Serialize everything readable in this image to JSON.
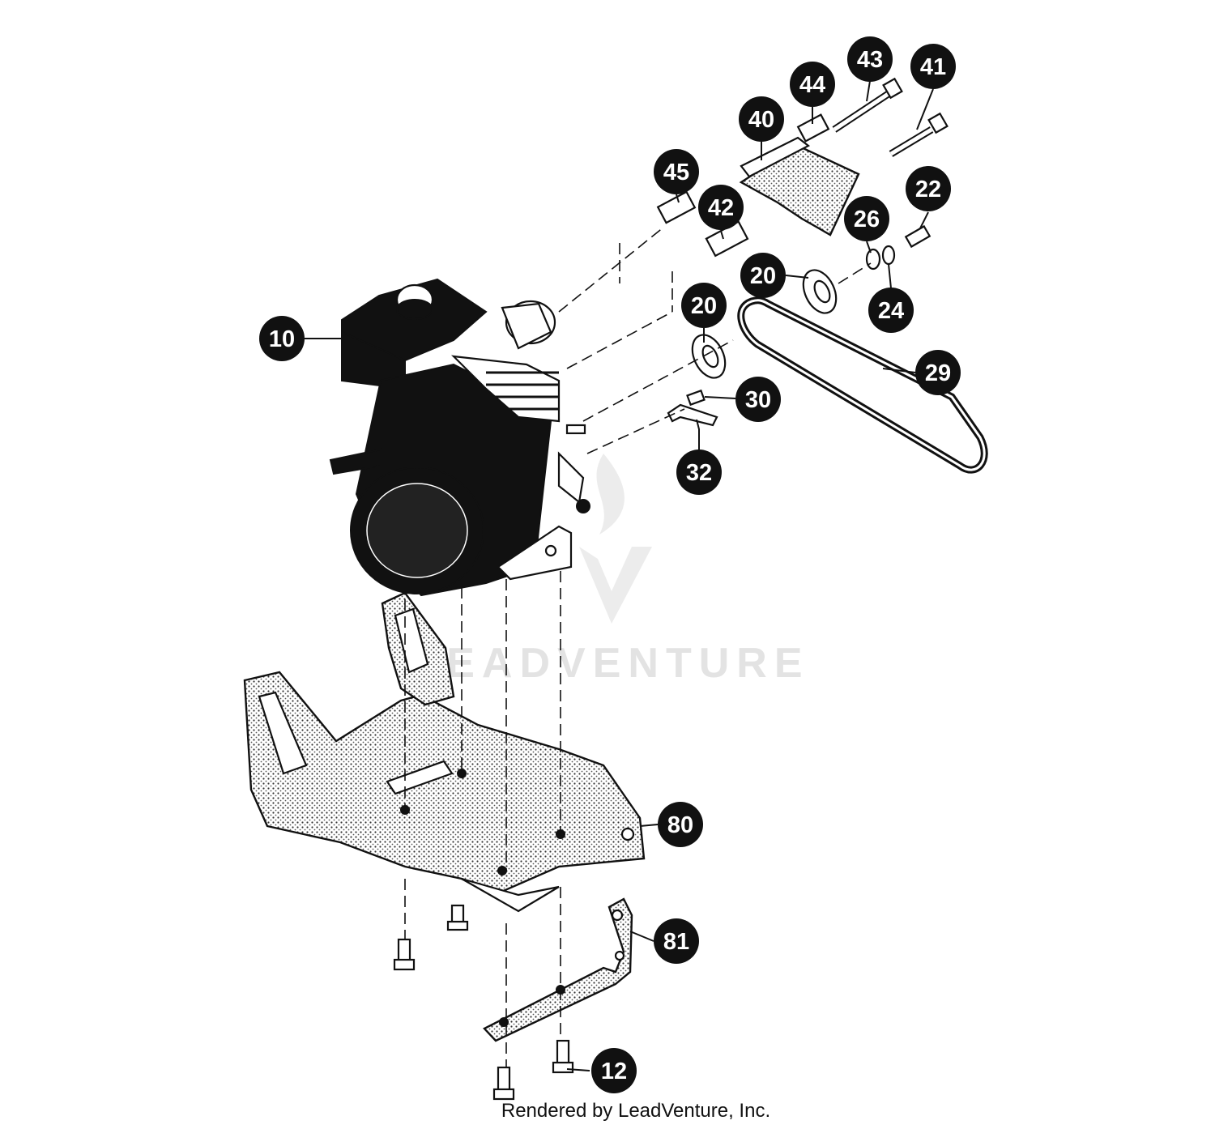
{
  "callouts": {
    "c10": "10",
    "c12": "12",
    "c20a": "20",
    "c20b": "20",
    "c22": "22",
    "c24": "24",
    "c26": "26",
    "c29": "29",
    "c30": "30",
    "c32": "32",
    "c40": "40",
    "c41": "41",
    "c42": "42",
    "c43": "43",
    "c44": "44",
    "c45": "45",
    "c80": "80",
    "c81": "81"
  },
  "watermark": "LEADVENTURE",
  "credit": "Rendered by LeadVenture, Inc."
}
